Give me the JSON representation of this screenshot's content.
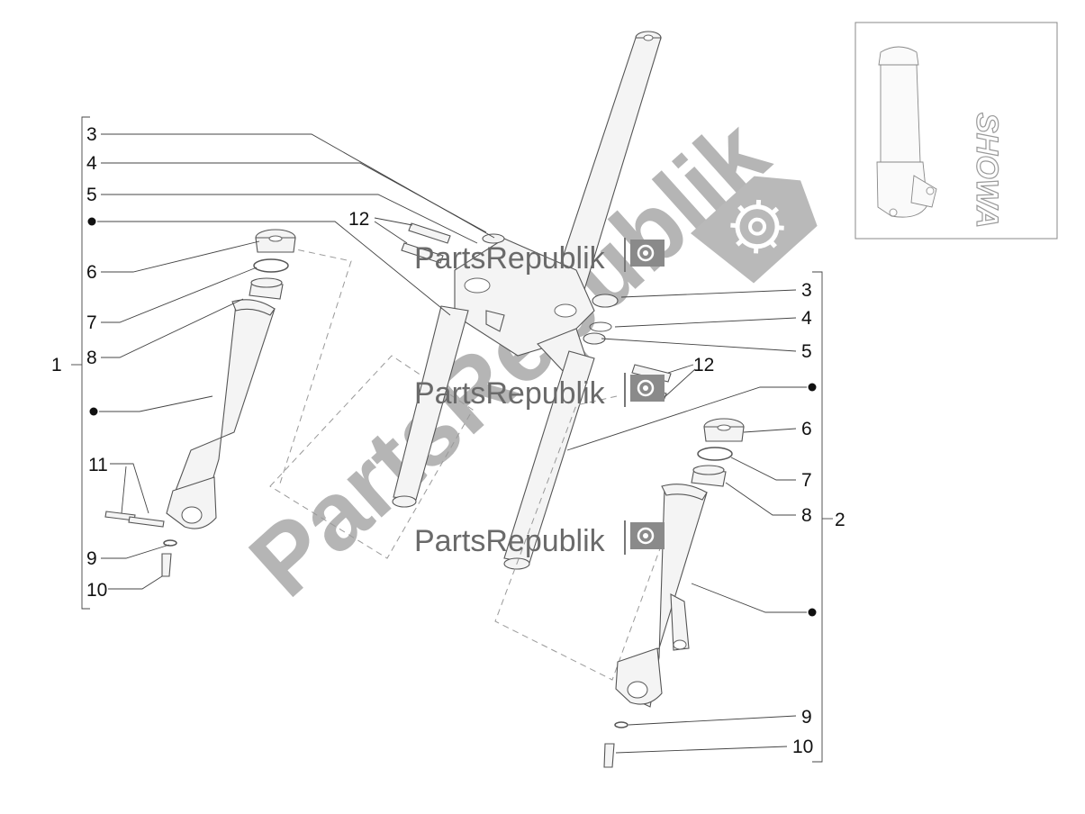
{
  "diagram": {
    "left_assembly": {
      "group_label": "1",
      "callouts": [
        "3",
        "4",
        "5",
        "6",
        "7",
        "8",
        "11",
        "9",
        "10"
      ]
    },
    "right_assembly": {
      "group_label": "2",
      "callouts": [
        "3",
        "4",
        "5",
        "6",
        "7",
        "8",
        "9",
        "10"
      ]
    },
    "upper_callout": "12",
    "lower_callout": "12"
  },
  "inset": {
    "brand_logo": "SHOWA"
  },
  "watermarks": {
    "small": "PartsRepublik",
    "large": "PartsRepublik"
  },
  "icons": {
    "dot": "dot-icon",
    "gear": "gear-icon"
  },
  "colors": {
    "ink": "#111111",
    "line": "#444444",
    "watermark": "#b5b5b5"
  }
}
